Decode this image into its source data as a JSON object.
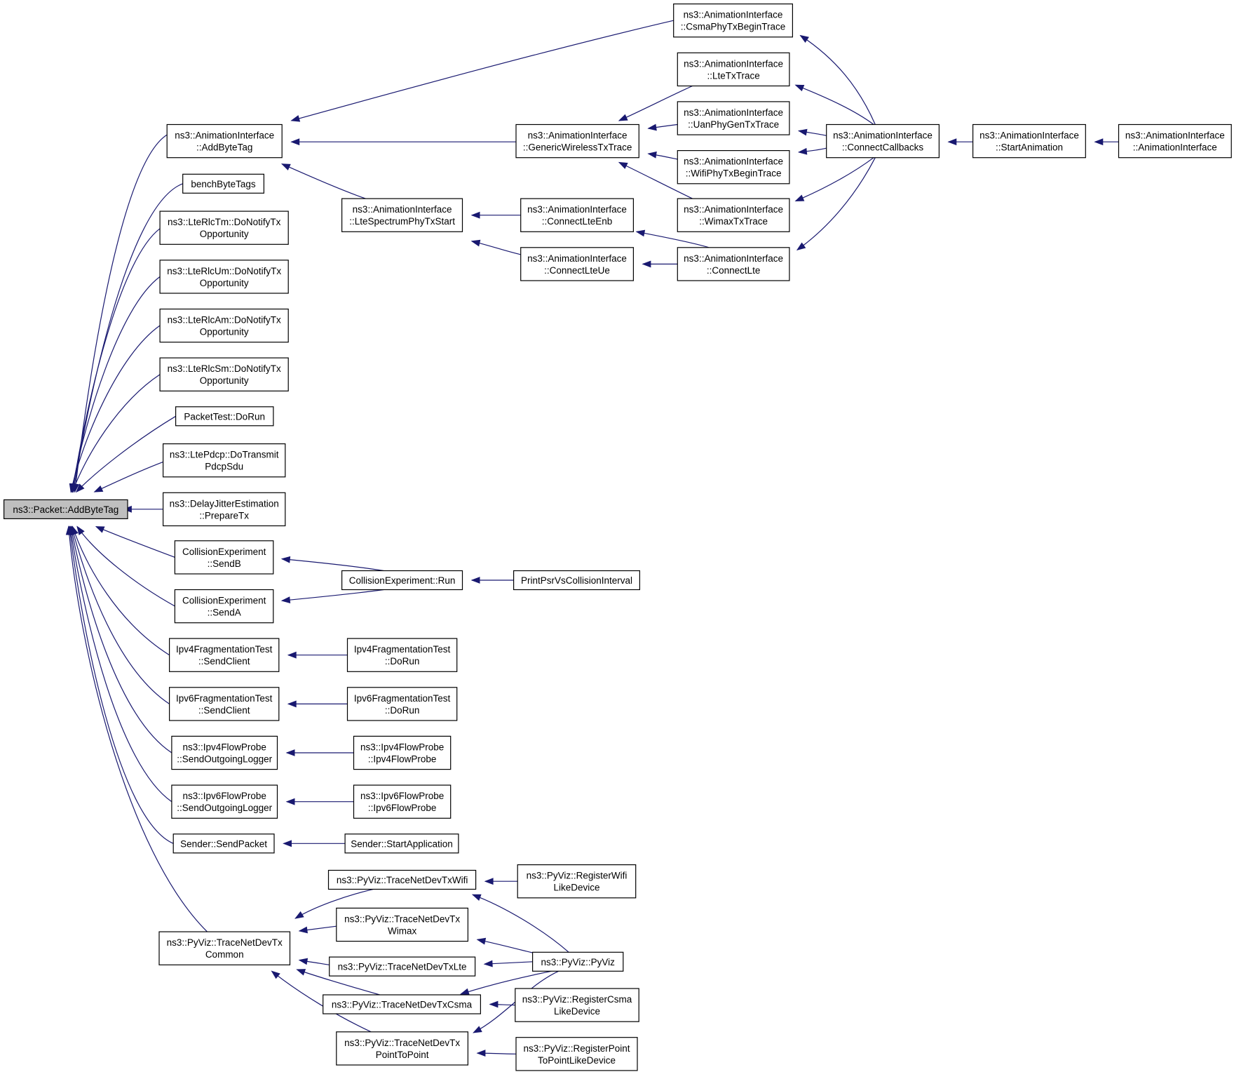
{
  "graph": {
    "direction": "right-to-left",
    "edge_color": "#191970",
    "root_fill": "#bfbfbf",
    "nodes": {
      "n0": {
        "lines": [
          "ns3::Packet::AddByteTag"
        ]
      },
      "n1": {
        "lines": [
          "ns3::AnimationInterface",
          "::AddByteTag"
        ]
      },
      "n2": {
        "lines": [
          "benchByteTags"
        ]
      },
      "n3": {
        "lines": [
          "ns3::LteRlcTm::DoNotifyTx",
          "Opportunity"
        ]
      },
      "n4": {
        "lines": [
          "ns3::LteRlcUm::DoNotifyTx",
          "Opportunity"
        ]
      },
      "n5": {
        "lines": [
          "ns3::LteRlcAm::DoNotifyTx",
          "Opportunity"
        ]
      },
      "n6": {
        "lines": [
          "ns3::LteRlcSm::DoNotifyTx",
          "Opportunity"
        ]
      },
      "n7": {
        "lines": [
          "PacketTest::DoRun"
        ]
      },
      "n8": {
        "lines": [
          "ns3::LtePdcp::DoTransmit",
          "PdcpSdu"
        ]
      },
      "n9": {
        "lines": [
          "ns3::DelayJitterEstimation",
          "::PrepareTx"
        ]
      },
      "n10": {
        "lines": [
          "CollisionExperiment",
          "::SendB"
        ]
      },
      "n11": {
        "lines": [
          "CollisionExperiment",
          "::SendA"
        ]
      },
      "n12": {
        "lines": [
          "Ipv4FragmentationTest",
          "::SendClient"
        ]
      },
      "n13": {
        "lines": [
          "Ipv6FragmentationTest",
          "::SendClient"
        ]
      },
      "n14": {
        "lines": [
          "ns3::Ipv4FlowProbe",
          "::SendOutgoingLogger"
        ]
      },
      "n15": {
        "lines": [
          "ns3::Ipv6FlowProbe",
          "::SendOutgoingLogger"
        ]
      },
      "n16": {
        "lines": [
          "Sender::SendPacket"
        ]
      },
      "n17": {
        "lines": [
          "ns3::PyViz::TraceNetDevTx",
          "Common"
        ]
      },
      "n18": {
        "lines": [
          "ns3::AnimationInterface",
          "::CsmaPhyTxBeginTrace"
        ]
      },
      "n19": {
        "lines": [
          "ns3::AnimationInterface",
          "::GenericWirelessTxTrace"
        ]
      },
      "n20": {
        "lines": [
          "ns3::AnimationInterface",
          "::LteSpectrumPhyTxStart"
        ]
      },
      "n21": {
        "lines": [
          "ns3::AnimationInterface",
          "::LteTxTrace"
        ]
      },
      "n22": {
        "lines": [
          "ns3::AnimationInterface",
          "::UanPhyGenTxTrace"
        ]
      },
      "n23": {
        "lines": [
          "ns3::AnimationInterface",
          "::WifiPhyTxBeginTrace"
        ]
      },
      "n24": {
        "lines": [
          "ns3::AnimationInterface",
          "::WimaxTxTrace"
        ]
      },
      "n25": {
        "lines": [
          "ns3::AnimationInterface",
          "::ConnectLteEnb"
        ]
      },
      "n26": {
        "lines": [
          "ns3::AnimationInterface",
          "::ConnectLteUe"
        ]
      },
      "n27": {
        "lines": [
          "ns3::AnimationInterface",
          "::ConnectLte"
        ]
      },
      "n28": {
        "lines": [
          "ns3::AnimationInterface",
          "::ConnectCallbacks"
        ]
      },
      "n29": {
        "lines": [
          "ns3::AnimationInterface",
          "::StartAnimation"
        ]
      },
      "n30": {
        "lines": [
          "ns3::AnimationInterface",
          "::AnimationInterface"
        ]
      },
      "n31": {
        "lines": [
          "CollisionExperiment::Run"
        ]
      },
      "n32": {
        "lines": [
          "PrintPsrVsCollisionInterval"
        ]
      },
      "n33": {
        "lines": [
          "Ipv4FragmentationTest",
          "::DoRun"
        ]
      },
      "n34": {
        "lines": [
          "Ipv6FragmentationTest",
          "::DoRun"
        ]
      },
      "n35": {
        "lines": [
          "ns3::Ipv4FlowProbe",
          "::Ipv4FlowProbe"
        ]
      },
      "n36": {
        "lines": [
          "ns3::Ipv6FlowProbe",
          "::Ipv6FlowProbe"
        ]
      },
      "n37": {
        "lines": [
          "Sender::StartApplication"
        ]
      },
      "n38": {
        "lines": [
          "ns3::PyViz::TraceNetDevTxWifi"
        ]
      },
      "n39": {
        "lines": [
          "ns3::PyViz::TraceNetDevTx",
          "Wimax"
        ]
      },
      "n40": {
        "lines": [
          "ns3::PyViz::TraceNetDevTxLte"
        ]
      },
      "n41": {
        "lines": [
          "ns3::PyViz::TraceNetDevTxCsma"
        ]
      },
      "n42": {
        "lines": [
          "ns3::PyViz::TraceNetDevTx",
          "PointToPoint"
        ]
      },
      "n43": {
        "lines": [
          "ns3::PyViz::RegisterWifi",
          "LikeDevice"
        ]
      },
      "n44": {
        "lines": [
          "ns3::PyViz::PyViz"
        ]
      },
      "n45": {
        "lines": [
          "ns3::PyViz::RegisterCsma",
          "LikeDevice"
        ]
      },
      "n46": {
        "lines": [
          "ns3::PyViz::RegisterPoint",
          "ToPointLikeDevice"
        ]
      }
    },
    "edges": [
      [
        "n1",
        "n0"
      ],
      [
        "n2",
        "n0"
      ],
      [
        "n3",
        "n0"
      ],
      [
        "n4",
        "n0"
      ],
      [
        "n5",
        "n0"
      ],
      [
        "n6",
        "n0"
      ],
      [
        "n7",
        "n0"
      ],
      [
        "n8",
        "n0"
      ],
      [
        "n9",
        "n0"
      ],
      [
        "n10",
        "n0"
      ],
      [
        "n11",
        "n0"
      ],
      [
        "n12",
        "n0"
      ],
      [
        "n13",
        "n0"
      ],
      [
        "n14",
        "n0"
      ],
      [
        "n15",
        "n0"
      ],
      [
        "n16",
        "n0"
      ],
      [
        "n17",
        "n0"
      ],
      [
        "n18",
        "n1"
      ],
      [
        "n19",
        "n1"
      ],
      [
        "n20",
        "n1"
      ],
      [
        "n21",
        "n19"
      ],
      [
        "n22",
        "n19"
      ],
      [
        "n23",
        "n19"
      ],
      [
        "n24",
        "n19"
      ],
      [
        "n25",
        "n20"
      ],
      [
        "n26",
        "n20"
      ],
      [
        "n27",
        "n25"
      ],
      [
        "n27",
        "n26"
      ],
      [
        "n28",
        "n18"
      ],
      [
        "n28",
        "n21"
      ],
      [
        "n28",
        "n22"
      ],
      [
        "n28",
        "n23"
      ],
      [
        "n28",
        "n24"
      ],
      [
        "n28",
        "n27"
      ],
      [
        "n29",
        "n28"
      ],
      [
        "n30",
        "n29"
      ],
      [
        "n31",
        "n10"
      ],
      [
        "n31",
        "n11"
      ],
      [
        "n32",
        "n31"
      ],
      [
        "n33",
        "n12"
      ],
      [
        "n34",
        "n13"
      ],
      [
        "n35",
        "n14"
      ],
      [
        "n36",
        "n15"
      ],
      [
        "n37",
        "n16"
      ],
      [
        "n38",
        "n17"
      ],
      [
        "n39",
        "n17"
      ],
      [
        "n40",
        "n17"
      ],
      [
        "n41",
        "n17"
      ],
      [
        "n42",
        "n17"
      ],
      [
        "n43",
        "n38"
      ],
      [
        "n44",
        "n38"
      ],
      [
        "n44",
        "n39"
      ],
      [
        "n44",
        "n40"
      ],
      [
        "n44",
        "n41"
      ],
      [
        "n44",
        "n42"
      ],
      [
        "n45",
        "n41"
      ],
      [
        "n46",
        "n42"
      ]
    ]
  }
}
